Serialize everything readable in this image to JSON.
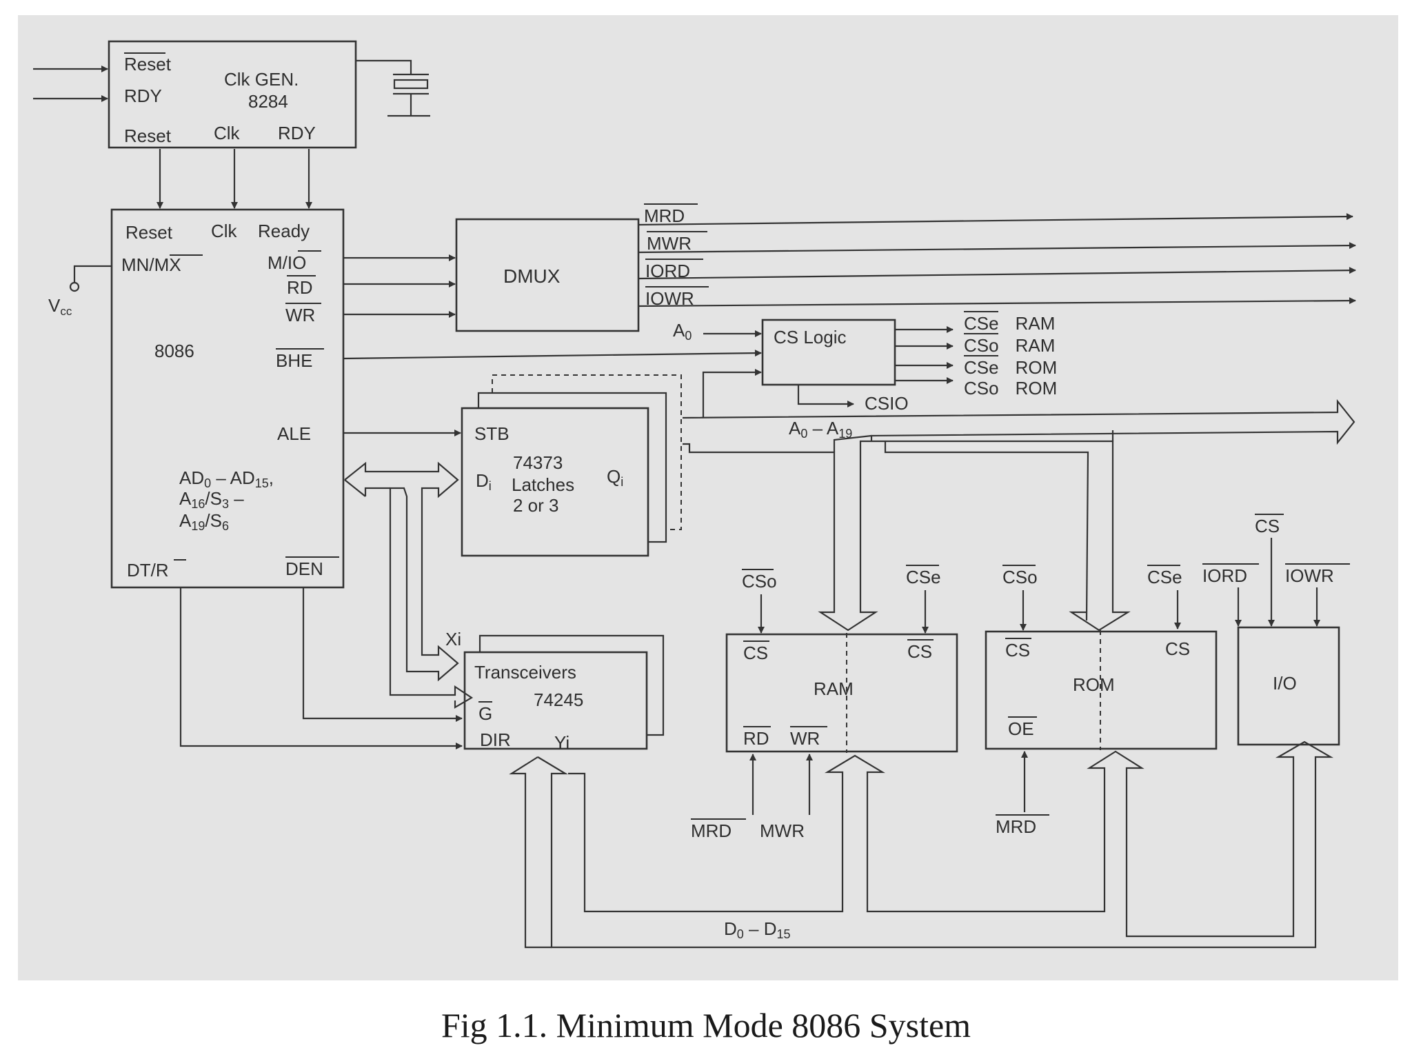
{
  "caption": "Fig 1.1. Minimum Mode 8086 System",
  "clock_gen": {
    "in_reset": "Reset",
    "in_rdy": "RDY",
    "title1": "Clk GEN.",
    "title2": "8284",
    "out_reset": "Reset",
    "out_clk": "Clk",
    "out_rdy": "RDY"
  },
  "cpu": {
    "reset": "Reset",
    "clk": "Clk",
    "ready": "Ready",
    "mn_mx": "MN/MX",
    "vcc": "V",
    "vcc_sub": "cc",
    "name": "8086",
    "m_io": "M/IO",
    "rd": "RD",
    "wr": "WR",
    "bhe": "BHE",
    "ale": "ALE",
    "ad1": "AD",
    "ad1_s1": "0",
    "ad1_mid": " – AD",
    "ad1_s2": "15",
    ",": ",",
    "ad2": "A",
    "ad2_s1": "16",
    "ad2_mid": "/S",
    "ad2_s2": "3",
    "ad2_tail": " –",
    "ad3": "A",
    "ad3_s1": "19",
    "ad3_mid": "/S",
    "ad3_s2": "6",
    "dt_r": "DT/R",
    "den": "DEN"
  },
  "dmux": {
    "name": "DMUX",
    "mrd": "MRD",
    "mwr": "MWR",
    "iord": "IORD",
    "iowr": "IOWR"
  },
  "cs_logic": {
    "name": "CS Logic",
    "a0": "A",
    "a0_sub": "0",
    "out1": "CSe",
    "out1_t": "RAM",
    "out2": "CSo",
    "out2_t": "RAM",
    "out3": "CSe",
    "out3_t": "ROM",
    "out4": "CSo",
    "out4_t": "ROM",
    "csio": "CSIO"
  },
  "latch": {
    "stb": "STB",
    "part": "74373",
    "di": "D",
    "di_sub": "i",
    "latches": "Latches",
    "qi": "Q",
    "qi_sub": "i",
    "count": "2 or 3"
  },
  "address_bus": {
    "a": "A",
    "s1": "0",
    "mid": " – A",
    "s2": "19"
  },
  "transceiver": {
    "name": "Transceivers",
    "part": "74245",
    "g": "G",
    "dir": "DIR",
    "xi": "Xi",
    "yi": "Yi"
  },
  "ram": {
    "name": "RAM",
    "cso_in": "CSo",
    "cse_in": "CSe",
    "cs1": "CS",
    "cs2": "CS",
    "rd": "RD",
    "wr": "WR",
    "mrd": "MRD",
    "mwr": "MWR"
  },
  "rom": {
    "name": "ROM",
    "cso_in": "CSo",
    "cse_in": "CSe",
    "cs1": "CS",
    "cs2": "CS",
    "oe": "OE",
    "mrd": "MRD"
  },
  "io": {
    "name": "I/O",
    "cs": "CS",
    "iord": "IORD",
    "iowr": "IOWR"
  },
  "data_bus": {
    "d": "D",
    "s1": "0",
    "mid": " – D",
    "s2": "15"
  }
}
